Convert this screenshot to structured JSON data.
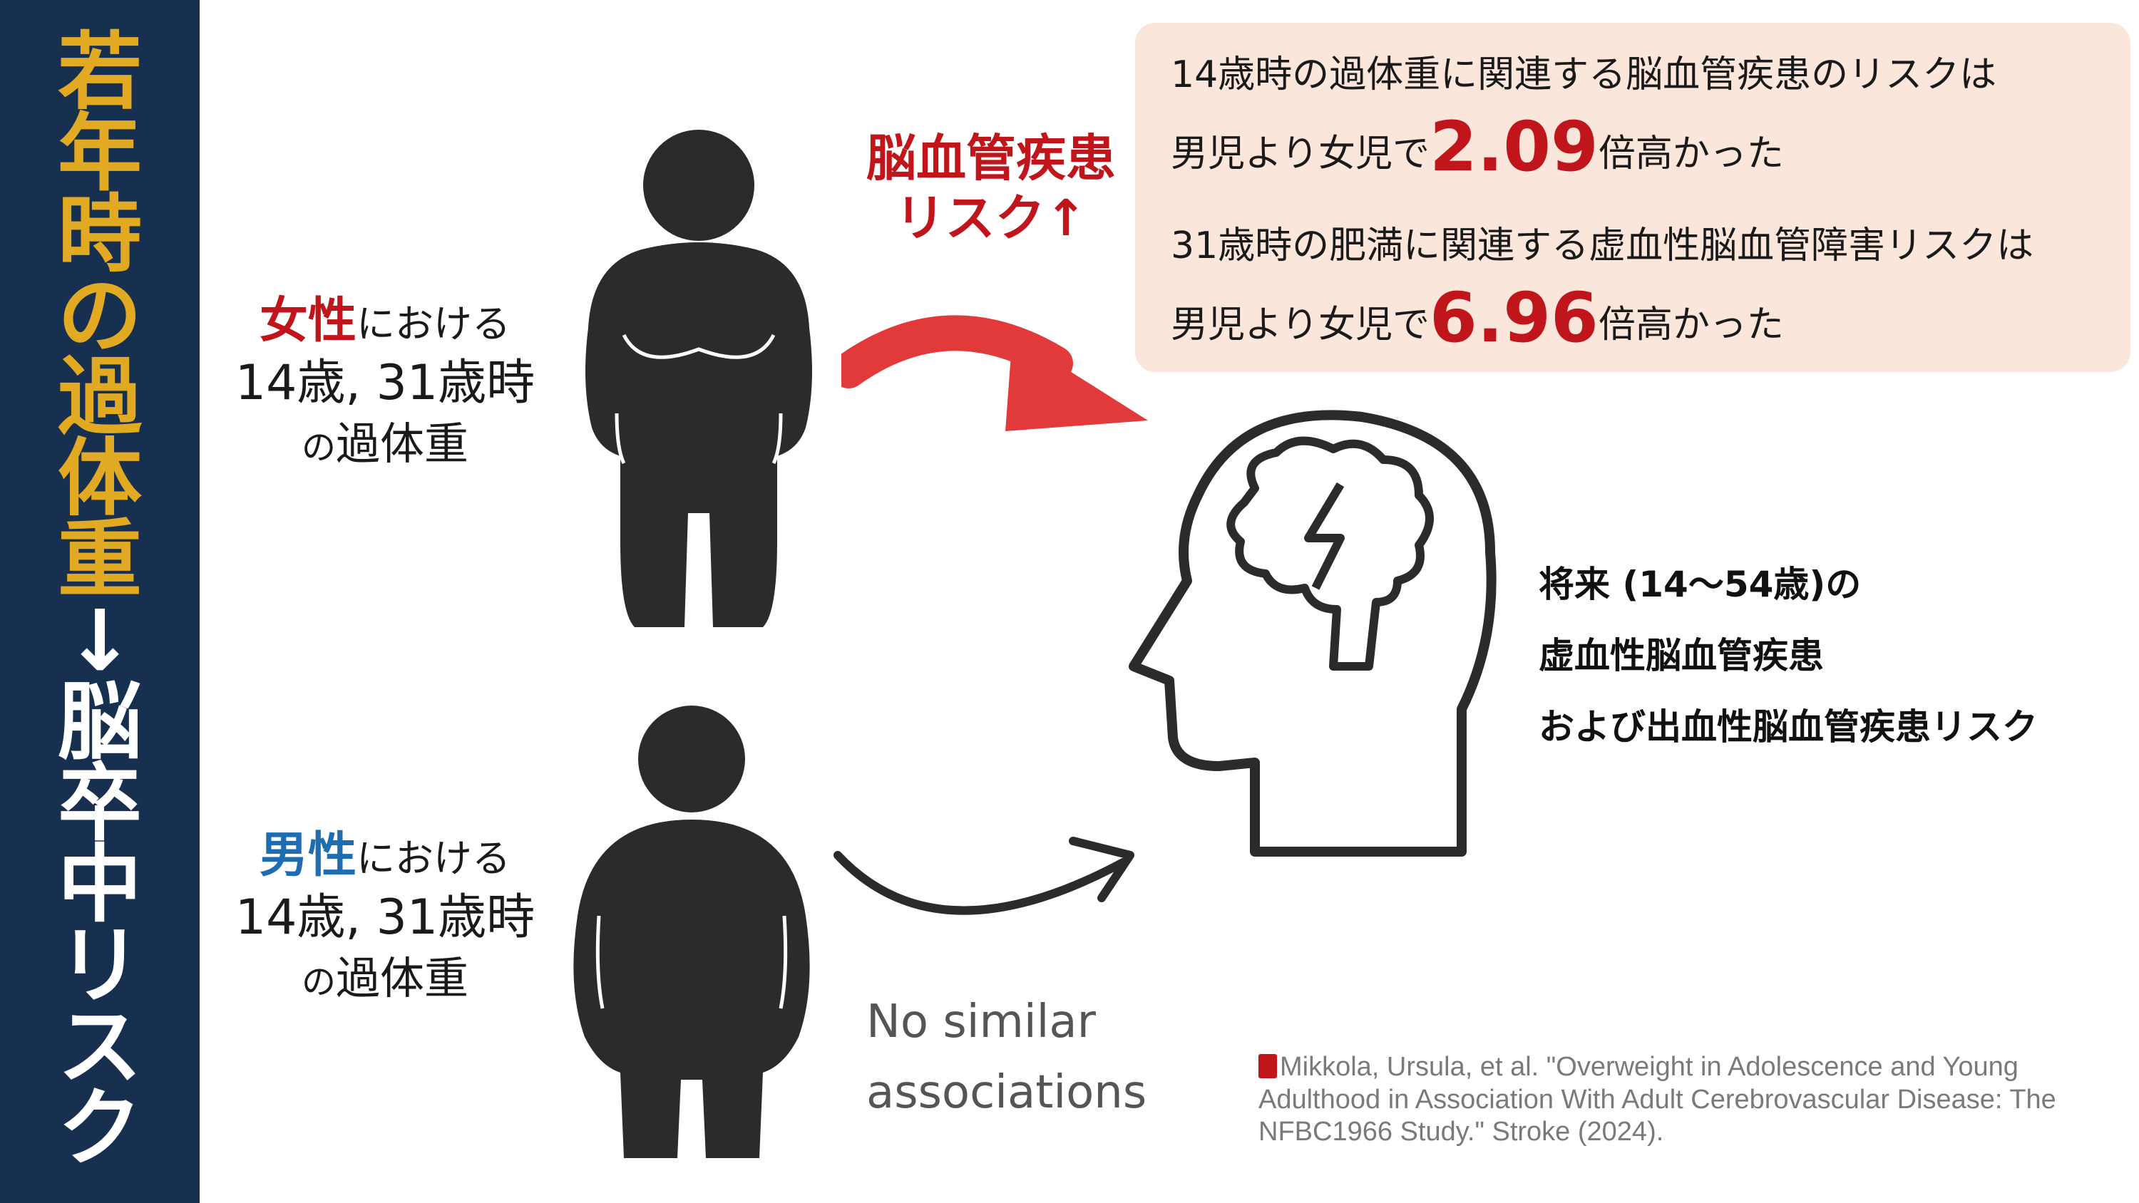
{
  "sidebar": {
    "title_chars": [
      "若",
      "年",
      "時",
      "の",
      "過",
      "体",
      "重",
      "↓",
      "脳",
      "卒",
      "中",
      "リ",
      "ス",
      "ク"
    ]
  },
  "female_group": {
    "sex": "女性",
    "suffix": "における",
    "ages": "14歳, 31歳時",
    "no": "の",
    "weight": "過体重"
  },
  "male_group": {
    "sex": "男性",
    "suffix": "における",
    "ages": "14歳, 31歳時",
    "no": "の",
    "weight": "過体重"
  },
  "risk_arrow_label": {
    "line1": "脳血管疾患",
    "line2": "リスク↑"
  },
  "info_box": {
    "line1": "14歳時の過体重に関連する脳血管疾患のリスクは",
    "line2_pre": "男児より女児で",
    "line2_value": "2.09",
    "line2_post": "倍高かった",
    "line3": "31歳時の肥満に関連する虚血性脳血管障害リスクは",
    "line4_pre": "男児より女児で",
    "line4_value": "6.96",
    "line4_post": "倍高かった"
  },
  "outcome": {
    "line1": "将来 (14〜54歳)の",
    "line2": "虚血性脳血管疾患",
    "line3": "および出血性脳血管疾患リスク"
  },
  "no_assoc": {
    "line1": "No similar",
    "line2": "associations"
  },
  "citation": {
    "icon": "book-icon",
    "text": "Mikkola, Ursula, et al. \"Overweight in Adolescence and Young Adulthood in Association With Adult Cerebrovascular Disease: The NFBC1966 Study.\" Stroke (2024)."
  },
  "colors": {
    "sidebar_bg": "#17304f",
    "sidebar_gold": "#e2aa23",
    "accent_red": "#c0151a",
    "male_blue": "#1e6db3",
    "info_bg": "#fbe6dc",
    "figure": "#2b2b2b"
  }
}
